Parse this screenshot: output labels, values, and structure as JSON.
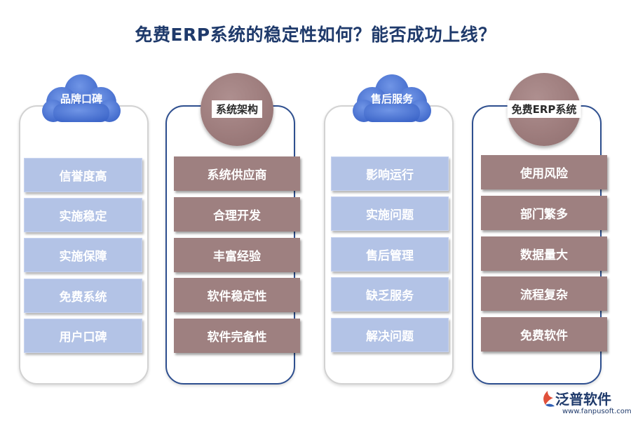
{
  "title": "免费ERP系统的稳定性如何？能否成功上线？",
  "columns": [
    {
      "heading": "品牌口碑",
      "items": [
        "信誉度高",
        "实施稳定",
        "实施保障",
        "免费系统",
        "用户口碑"
      ]
    },
    {
      "heading": "系统架构",
      "items": [
        "系统供应商",
        "合理开发",
        "丰富经验",
        "软件稳定性",
        "软件完备性"
      ]
    },
    {
      "heading": "售后服务",
      "items": [
        "影响运行",
        "实施问题",
        "售后管理",
        "缺乏服务",
        "解决问题"
      ]
    },
    {
      "heading": "免费ERP系统",
      "items": [
        "使用风险",
        "部门繁多",
        "数据量大",
        "流程复杂",
        "免费软件"
      ]
    }
  ],
  "logo": {
    "name": "泛普软件",
    "url": "www.fanpusoft.com"
  },
  "colors": {
    "title": "#1f3a6b",
    "cloud": "#4f78d8",
    "circle": "#9e7d7d",
    "blue_item": "#b3c3e6",
    "brown_item": "#9e8080",
    "dark_border": "#2e4f8f"
  }
}
